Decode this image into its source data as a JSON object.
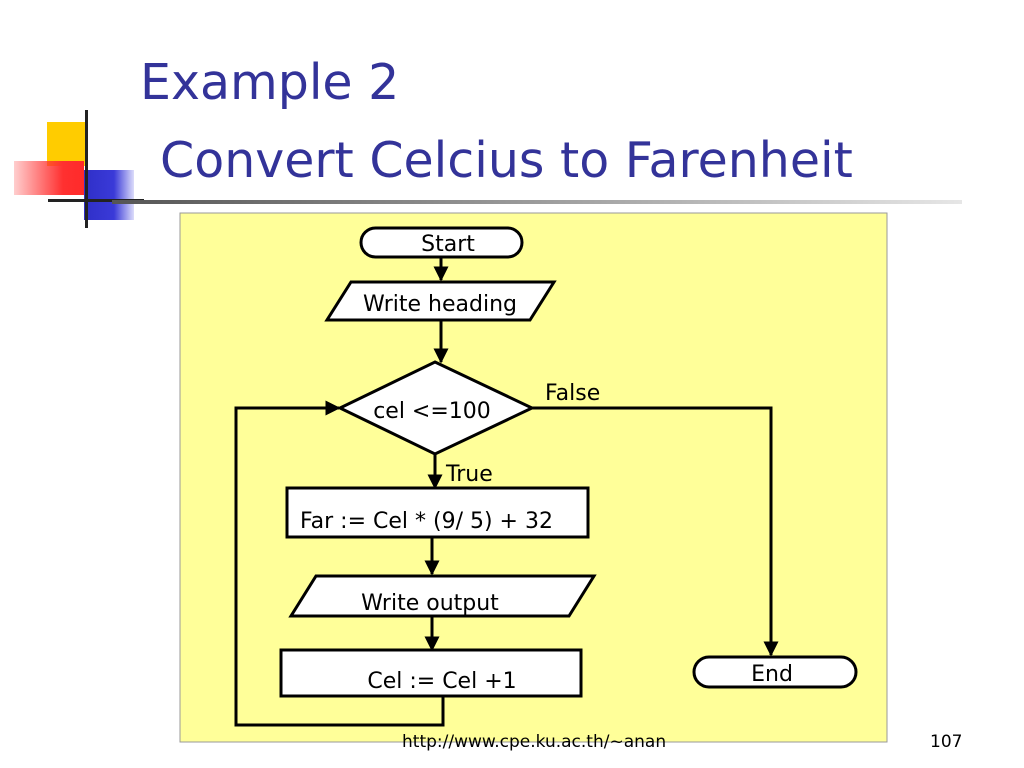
{
  "slide": {
    "title_line1": "Example 2",
    "title_line2": "Convert Celcius to Farenheit",
    "footer_url": "http://www.cpe.ku.ac.th/~anan",
    "page_number": "107"
  },
  "colors": {
    "title": "#333399",
    "panel_fill": "#ffff99",
    "deco_yellow": "#ffcc00",
    "deco_red": "#ff3333",
    "deco_blue": "#3333cc"
  },
  "flowchart": {
    "start": "Start",
    "write_heading": "Write heading",
    "condition": "cel <=100",
    "false_label": "False",
    "true_label": "True",
    "compute": "Far := Cel * (9/ 5) + 32",
    "write_output": "Write output",
    "increment": "Cel := Cel +1",
    "end": "End"
  }
}
